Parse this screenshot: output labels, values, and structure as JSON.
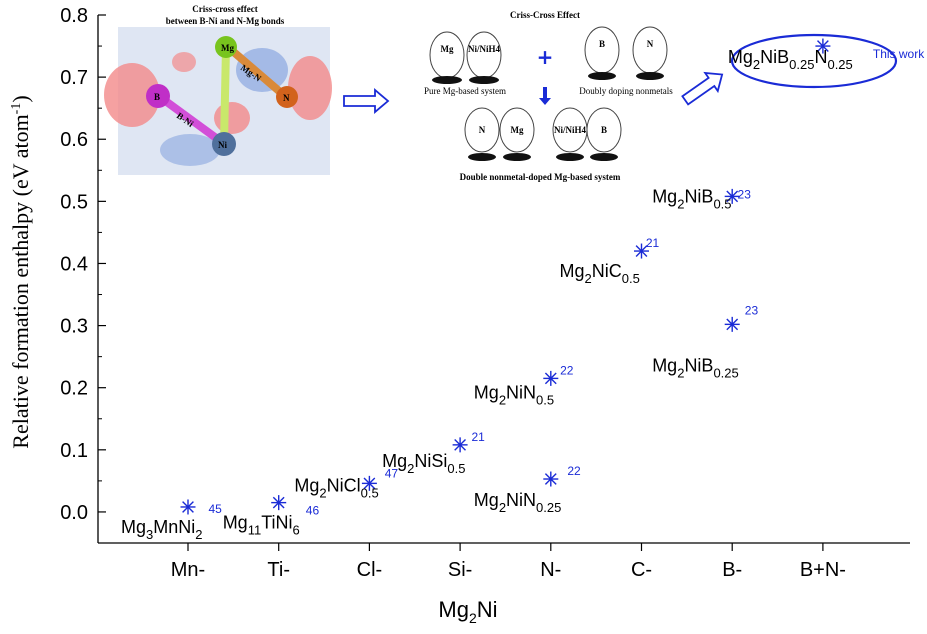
{
  "chart_data": {
    "type": "scatter",
    "xlabel_main": "Mg",
    "xlabel_sub": "2",
    "xlabel_tail": "Ni",
    "ylabel": "Relative formation enthalpy (eV atom",
    "ylabel_sup": "-1",
    "ylabel_close": ")",
    "categories": [
      "Mn-",
      "Ti-",
      "Cl-",
      "Si-",
      "N-",
      "C-",
      "B-",
      "B+N-"
    ],
    "ylim": [
      -0.05,
      0.8
    ],
    "yticks": [
      "0.0",
      "0.1",
      "0.2",
      "0.3",
      "0.4",
      "0.5",
      "0.6",
      "0.7",
      "0.8"
    ],
    "marker_color": "#1a2bd6",
    "points": [
      {
        "category": "Mn-",
        "y": 0.008,
        "label": [
          [
            "Mg",
            ""
          ],
          [
            "3",
            "sub"
          ],
          [
            "MnNi",
            ""
          ],
          [
            "2",
            "sub"
          ]
        ],
        "ref": "45"
      },
      {
        "category": "Ti-",
        "y": 0.015,
        "label": [
          [
            "Mg",
            ""
          ],
          [
            "11",
            "sub"
          ],
          [
            "TiNi",
            ""
          ],
          [
            "6",
            "sub"
          ]
        ],
        "ref": "46"
      },
      {
        "category": "Cl-",
        "y": 0.046,
        "label": [
          [
            "Mg",
            ""
          ],
          [
            "2",
            "sub"
          ],
          [
            "NiCl",
            ""
          ],
          [
            "0.5",
            "sub"
          ]
        ],
        "ref": "47"
      },
      {
        "category": "Si-",
        "y": 0.108,
        "label": [
          [
            "Mg",
            ""
          ],
          [
            "2",
            "sub"
          ],
          [
            "NiSi",
            ""
          ],
          [
            "0.5",
            "sub"
          ]
        ],
        "ref": "21"
      },
      {
        "category": "N-",
        "y": 0.215,
        "label": [
          [
            "Mg",
            ""
          ],
          [
            "2",
            "sub"
          ],
          [
            "NiN",
            ""
          ],
          [
            "0.5",
            "sub"
          ]
        ],
        "ref": "22"
      },
      {
        "category": "N-",
        "y": 0.053,
        "label": [
          [
            "Mg",
            ""
          ],
          [
            "2",
            "sub"
          ],
          [
            "NiN",
            ""
          ],
          [
            "0.25",
            "sub"
          ]
        ],
        "ref": "22"
      },
      {
        "category": "C-",
        "y": 0.42,
        "label": [
          [
            "Mg",
            ""
          ],
          [
            "2",
            "sub"
          ],
          [
            "NiC",
            ""
          ],
          [
            "0.5",
            "sub"
          ]
        ],
        "ref": "21"
      },
      {
        "category": "B-",
        "y": 0.508,
        "label": [
          [
            "Mg",
            ""
          ],
          [
            "2",
            "sub"
          ],
          [
            "NiB",
            ""
          ],
          [
            "0.5",
            "sub"
          ]
        ],
        "ref": "23"
      },
      {
        "category": "B-",
        "y": 0.302,
        "label": [
          [
            "Mg",
            ""
          ],
          [
            "2",
            "sub"
          ],
          [
            "NiB",
            ""
          ],
          [
            "0.25",
            "sub"
          ]
        ],
        "ref": "23"
      },
      {
        "category": "B+N-",
        "y": 0.75,
        "label": [
          [
            "Mg",
            ""
          ],
          [
            "2",
            "sub"
          ],
          [
            "NiB",
            ""
          ],
          [
            "0.25",
            "sub"
          ],
          [
            "N",
            ""
          ],
          [
            "0.25",
            "sub"
          ]
        ],
        "ref": "This work"
      }
    ]
  },
  "inset_left": {
    "title_line1": "Criss-cross effect",
    "title_line2": "between B-Ni and N-Mg bonds",
    "atoms": [
      "Mg",
      "B",
      "N",
      "Ni"
    ],
    "bonds": [
      "Mg-N",
      "B-Ni"
    ],
    "title_color": "#e0201c"
  },
  "inset_middle": {
    "title": "Criss-Cross Effect",
    "atoms_top_left": [
      "Mg",
      "Ni/NiH4"
    ],
    "atoms_top_right": [
      "B",
      "N"
    ],
    "caption_top_left": "Pure Mg-based system",
    "caption_top_right": "Doubly doping nonmetals",
    "atoms_bottom": [
      "N",
      "Mg",
      "Ni/NiH4",
      "B"
    ],
    "caption_bottom": "Double nonmetal-doped Mg-based system"
  }
}
